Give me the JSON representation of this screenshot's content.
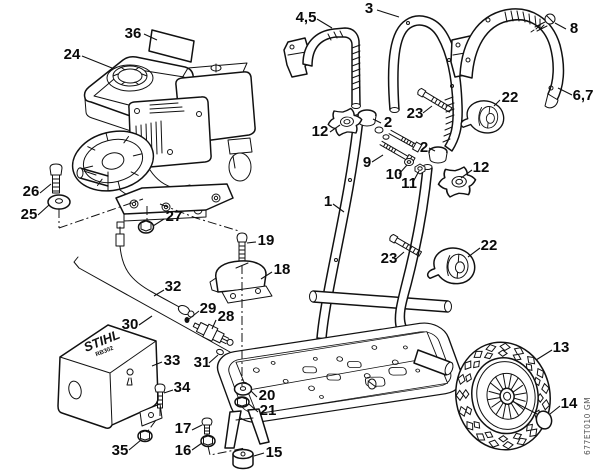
{
  "diagram": {
    "watermark": "677ET010 GM",
    "cover": {
      "brand": "STIHL",
      "model": "RB302"
    },
    "callouts": {
      "1": "1",
      "2": "2",
      "3": "3",
      "45": "4,5",
      "67": "6,7",
      "8": "8",
      "9": "9",
      "10": "10",
      "11": "11",
      "12": "12",
      "13": "13",
      "14": "14",
      "15": "15",
      "16": "16",
      "17": "17",
      "18": "18",
      "19": "19",
      "20": "20",
      "21": "21",
      "22": "22",
      "23": "23",
      "24": "24",
      "25": "25",
      "26": "26",
      "27": "27",
      "28": "28",
      "29": "29",
      "30": "30",
      "31": "31",
      "32": "32",
      "33": "33",
      "34": "34",
      "35": "35",
      "36": "36"
    }
  }
}
